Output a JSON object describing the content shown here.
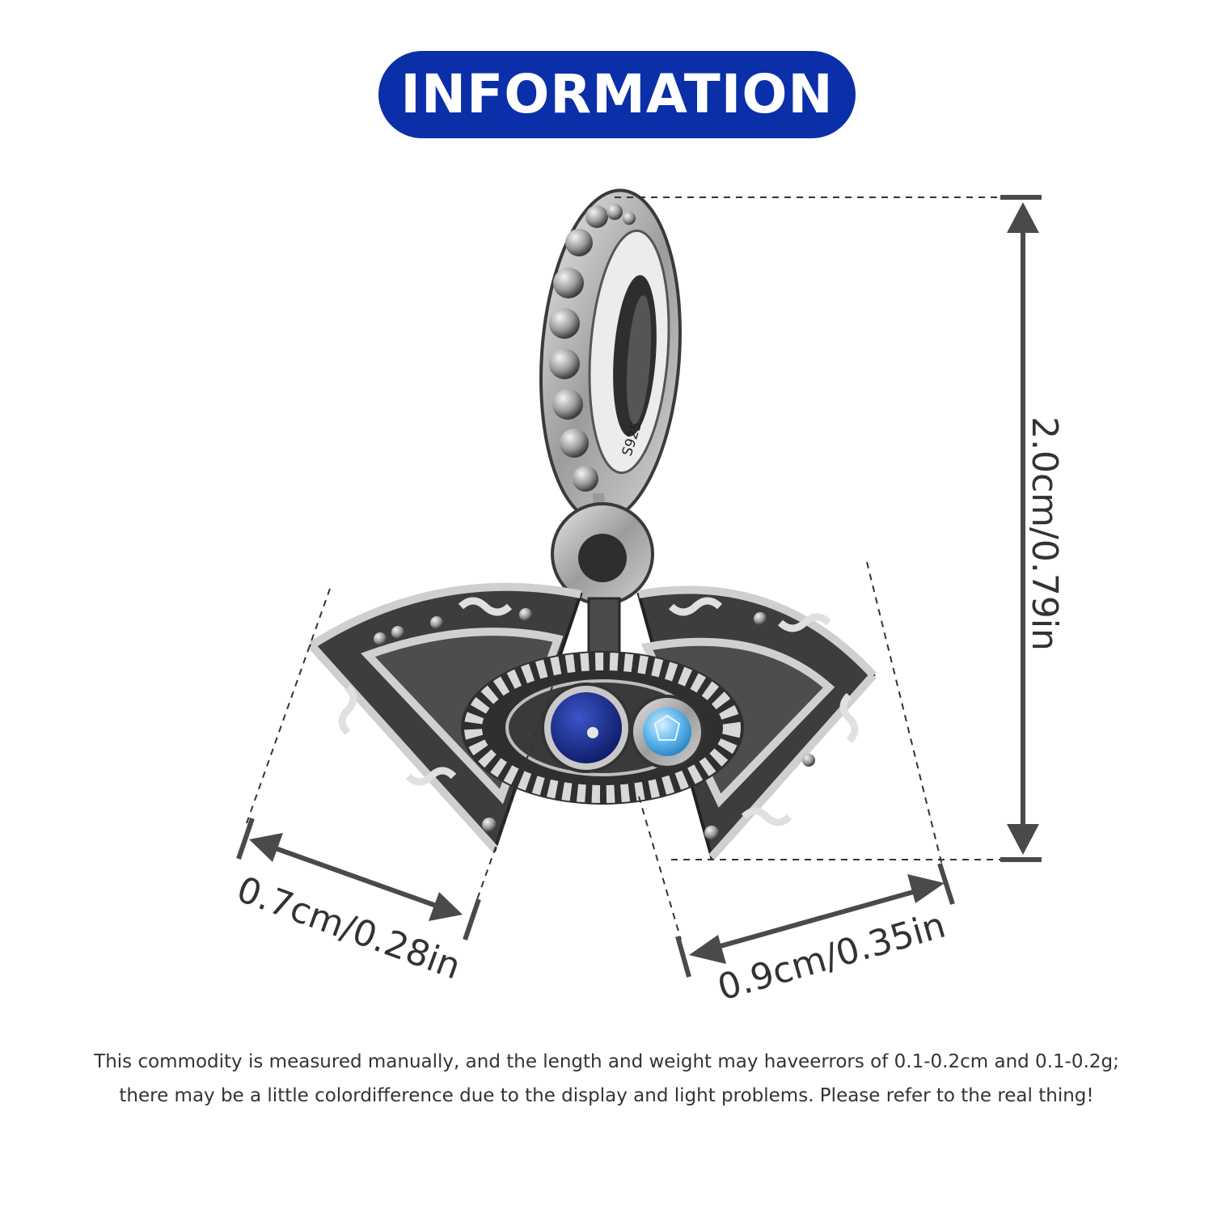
{
  "header": {
    "title": "INFORMATION"
  },
  "product": {
    "stamp": "S925"
  },
  "dimensions": {
    "height_label": "2.0cm/0.79in",
    "left_width_label": "0.7cm/0.28in",
    "right_width_label": "0.9cm/0.35in"
  },
  "disclaimer": {
    "line1": "This commodity is measured manually, and the length and weight may haveerrors of 0.1-0.2cm and 0.1-0.2g;",
    "line2": "there may be a little colordifference due to the display and light problems. Please refer to the real thing!"
  },
  "colors": {
    "banner": "#0b2fa8",
    "dimension_line": "#4a4a4a",
    "silver": "#b8b8b8",
    "oxidized": "#3a3a3a",
    "enamel_blue": "#1c2f8f",
    "crystal": "#5fb6ec"
  }
}
